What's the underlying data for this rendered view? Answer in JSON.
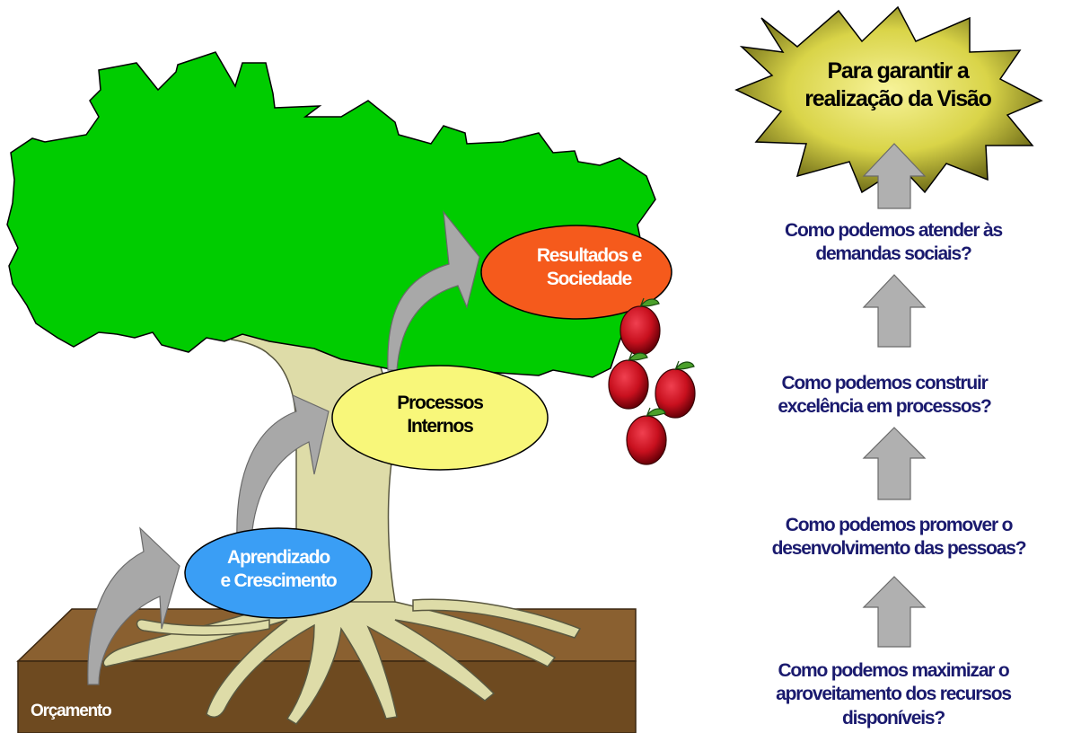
{
  "stages": [
    {
      "line1": "Aprendizado",
      "line2": "e Crescimento",
      "color": "#3a9ef5",
      "text_color": "#ffffff"
    },
    {
      "line1": "Processos",
      "line2": "Internos",
      "color": "#f8f77a",
      "text_color": "#000000"
    },
    {
      "line1": "Resultados e",
      "line2": "Sociedade",
      "color": "#f55a1c",
      "text_color": "#ffffff"
    }
  ],
  "base_label": "Orçamento",
  "vision": {
    "line1": "Para garantir a",
    "line2": "realização da Visão",
    "color": "#d9d448"
  },
  "questions": [
    {
      "line1": "Como podemos atender às",
      "line2": "demandas sociais?",
      "line3": ""
    },
    {
      "line1": "Como podemos construir",
      "line2": "excelência em processos?",
      "line3": ""
    },
    {
      "line1": "Como podemos promover o",
      "line2": "desenvolvimento das pessoas?",
      "line3": ""
    },
    {
      "line1": "Como podemos maximizar o",
      "line2": "aproveitamento dos recursos",
      "line3": "disponíveis?"
    }
  ],
  "colors": {
    "canopy": "#00cc00",
    "trunk": "#dedca8",
    "soil": "#6e4a20",
    "soil_top": "#8a6030",
    "arrow": "#a8a8a8",
    "apple": "#c8101e",
    "question_text": "#1a1a6e"
  }
}
